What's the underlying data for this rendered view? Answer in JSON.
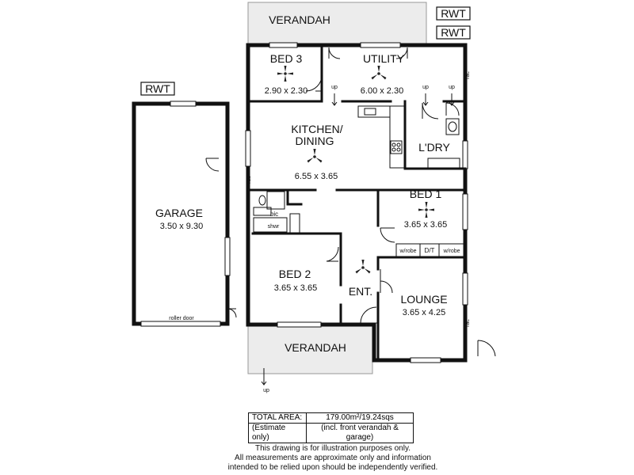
{
  "rooms": {
    "verandah_rear": "VERANDAH",
    "verandah_front": "VERANDAH",
    "rwt_1": "RWT",
    "rwt_2": "RWT",
    "rwt_3": "RWT",
    "bed3": {
      "name": "BED 3",
      "dim": "2.90 x 2.30"
    },
    "utility": {
      "name": "UTILITY",
      "dim": "6.00 x 2.30"
    },
    "kitchen": {
      "name_1": "KITCHEN/",
      "name_2": "DINING",
      "dim": "6.55 x 3.65"
    },
    "laundry": {
      "name": "L'DRY"
    },
    "bed1": {
      "name": "BED 1",
      "dim": "3.65 x 3.65"
    },
    "garage": {
      "name": "GARAGE",
      "dim": "3.50 x 9.30"
    },
    "bed2": {
      "name": "BED 2",
      "dim": "3.65 x 3.65"
    },
    "entry": {
      "name": "ENT."
    },
    "lounge": {
      "name": "LOUNGE",
      "dim": "3.65 x 4.25"
    }
  },
  "small_labels": {
    "up": "up",
    "rac": "rac",
    "bic": "bic",
    "shwr": "shwr",
    "wrobe": "w/robe",
    "dt": "D/T",
    "roller_door": "roller door"
  },
  "area": {
    "total_label": "TOTAL AREA:",
    "total_value": "179.00m²/19.24sqs",
    "estimate_label": "(Estimate only)",
    "estimate_value": "(incl. front verandah & garage)"
  },
  "disclaimer": [
    "This drawing is for illustration purposes only.",
    "All measurements are approximate only and information",
    "intended to be relied upon should be independently verified."
  ]
}
